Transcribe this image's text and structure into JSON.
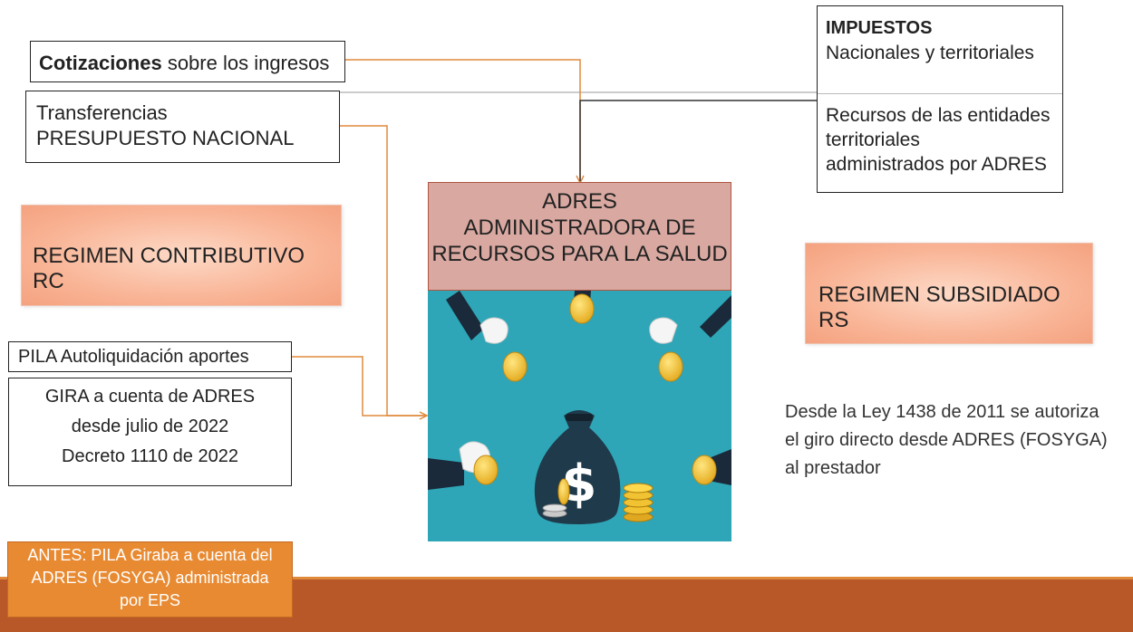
{
  "cotizaciones": {
    "bold": "Cotizaciones",
    "rest": " sobre los ingresos"
  },
  "transferencias": {
    "line1": "Transferencias",
    "line2": "PRESUPUESTO NACIONAL"
  },
  "impuestos": {
    "title": "IMPUESTOS",
    "subtitle": "Nacionales y territoriales",
    "recursos_line1": "Recursos de las entidades",
    "recursos_line2": "territoriales",
    "recursos_line3": "administrados por ADRES"
  },
  "regimen_contributivo": "REGIMEN CONTRIBUTIVO RC",
  "regimen_subsidiado": "REGIMEN SUBSIDIADO RS",
  "adres": {
    "line1": "ADRES",
    "line2": "ADMINISTRADORA DE",
    "line3": "RECURSOS PARA LA SALUD"
  },
  "pila": "PILA Autoliquidación aportes",
  "gira": {
    "line1": "GIRA a cuenta de ADRES",
    "line2": "desde julio de 2022",
    "line3": "Decreto 1110 de 2022"
  },
  "ley": {
    "line1": "Desde la Ley 1438 de 2011 se autoriza",
    "line2": "el giro directo desde ADRES (FOSYGA)",
    "line3": "al prestador"
  },
  "antes": {
    "line1": "ANTES:  PILA Giraba a cuenta del",
    "line2": "ADRES (FOSYGA) administrada",
    "line3": "por EPS"
  },
  "colors": {
    "arrow": "#e08a3c",
    "adres_fill": "#d9a9a1",
    "illustration_bg": "#2ea6b7",
    "bottom_bar": "#b85728",
    "antes_fill": "#e88a32"
  },
  "icons": {
    "illustration": "money-bag-hands-coins-illustration",
    "currency_symbol": "$"
  }
}
